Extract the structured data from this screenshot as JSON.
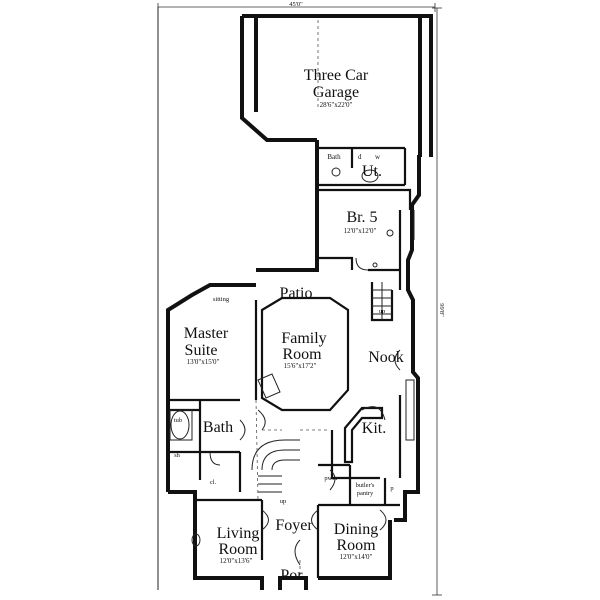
{
  "plan": {
    "width_dim": "45'0\"",
    "depth_dim": "99'8\"",
    "rooms": {
      "garage": {
        "name1": "Three Car",
        "name2": "Garage",
        "size": "28'6\"x22'0\""
      },
      "bath_small": {
        "name": "Bath"
      },
      "util": {
        "name": "Ut.",
        "d": "d",
        "w": "w"
      },
      "br5": {
        "name": "Br. 5",
        "size": "12'0\"x12'0\""
      },
      "patio": {
        "name": "Patio"
      },
      "sitting": {
        "name": "sitting"
      },
      "master": {
        "name1": "Master",
        "name2": "Suite",
        "size": "13'0\"x15'0\""
      },
      "family": {
        "name1": "Family",
        "name2": "Room",
        "size": "15'6\"x17'2\""
      },
      "nook": {
        "name": "Nook"
      },
      "bath_master": {
        "name": "Bath"
      },
      "tub": {
        "name": "tub"
      },
      "sh": {
        "name": "sh"
      },
      "closet": {
        "name": "cl."
      },
      "kitchen": {
        "name": "Kit."
      },
      "pwdr": {
        "name": "pwdr"
      },
      "butlers": {
        "name1": "butler's",
        "name2": "pantry"
      },
      "pantry_p": {
        "name": "p"
      },
      "foyer": {
        "name": "Foyer"
      },
      "living": {
        "name1": "Living",
        "name2": "Room",
        "size": "12'0\"x13'6\""
      },
      "dining": {
        "name1": "Dining",
        "name2": "Room",
        "size": "12'0\"x14'0\""
      },
      "porch": {
        "name": "Por."
      }
    },
    "stairs": {
      "up1": "up",
      "up2": "up"
    }
  }
}
